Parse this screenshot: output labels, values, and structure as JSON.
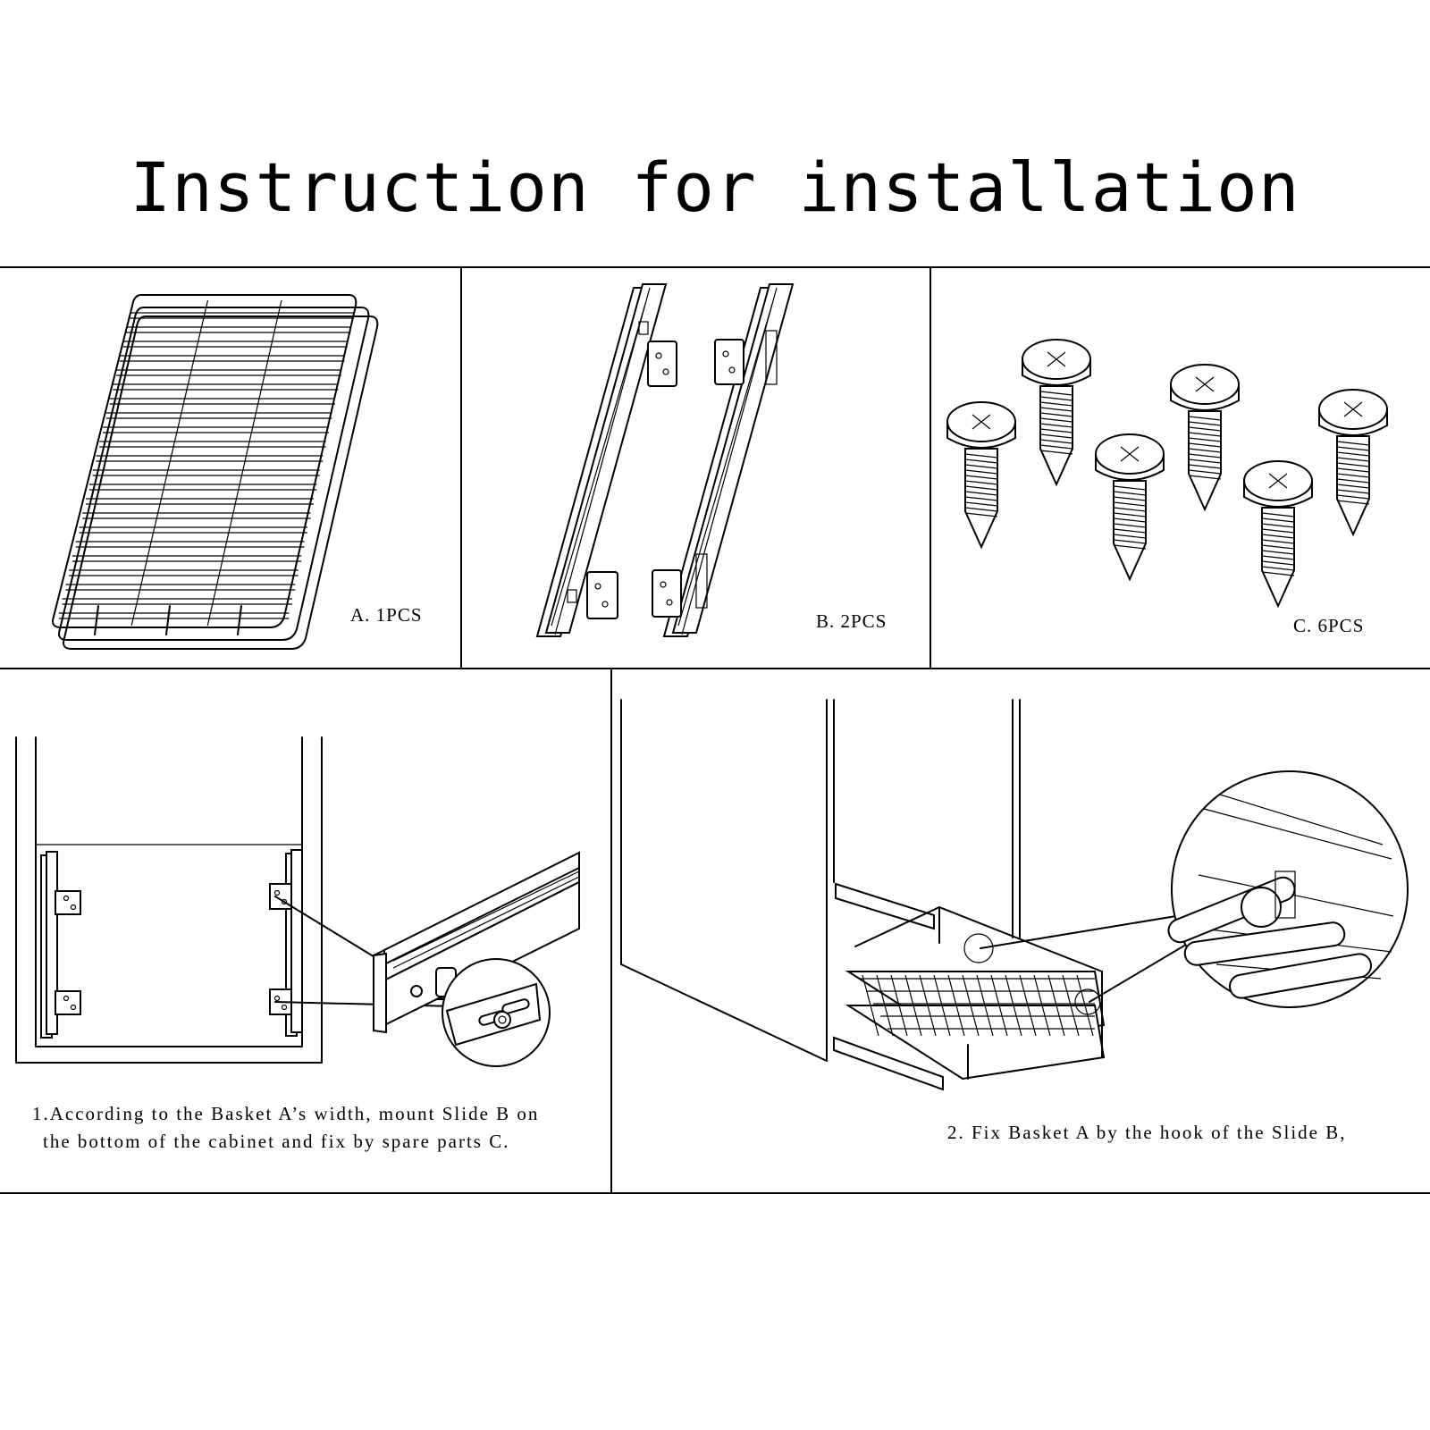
{
  "title": "Instruction for installation",
  "parts": [
    {
      "label": "A.  1PCS",
      "icon": "wire-basket-icon"
    },
    {
      "label": "B.  2PCS",
      "icon": "drawer-slide-icon"
    },
    {
      "label": "C.  6PCS",
      "icon": "screw-icon"
    }
  ],
  "steps": [
    {
      "line1": "1.According to the Basket A’s width, mount Slide B on",
      "line2": "the bottom of the cabinet and fix by spare parts C."
    },
    {
      "line1": "2. Fix Basket A by the hook of the Slide B,"
    }
  ]
}
